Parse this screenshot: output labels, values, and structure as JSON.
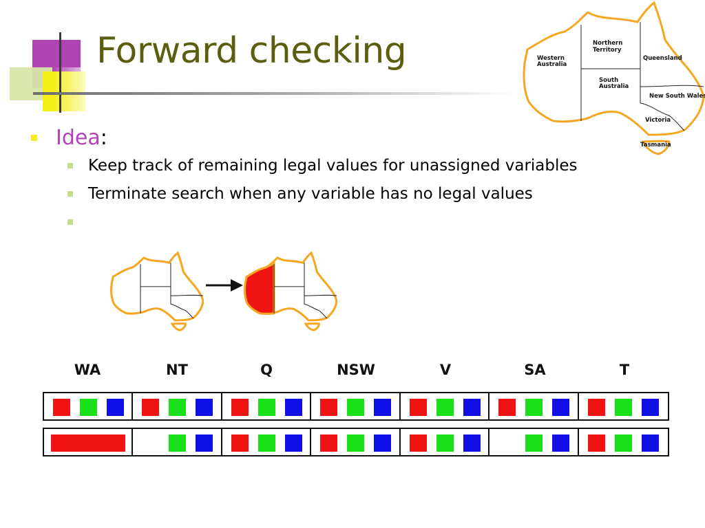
{
  "slide": {
    "title": "Forward checking",
    "bullet": {
      "keyword": "Idea",
      "colon": ":"
    },
    "sub_bullets": [
      "Keep track of remaining legal values for unassigned variables",
      "Terminate search when any variable has no legal values",
      ""
    ]
  },
  "map_labels": {
    "wa": [
      "Western",
      "Australia"
    ],
    "nt": [
      "Northern",
      "Territory"
    ],
    "q": "Queensland",
    "sa": [
      "South",
      "Australia"
    ],
    "nsw": "New South Wales",
    "v": "Victoria",
    "t": "Tasmania"
  },
  "colors": {
    "title": "#5a5e0e",
    "keyword": "#b044b4",
    "red": "#ef1313",
    "green": "#19e019",
    "blue": "#1010e6",
    "map_outline": "#f5a623"
  },
  "domains": {
    "variables": [
      "WA",
      "NT",
      "Q",
      "NSW",
      "V",
      "SA",
      "T"
    ],
    "rows": [
      {
        "WA": [
          "red",
          "green",
          "blue"
        ],
        "NT": [
          "red",
          "green",
          "blue"
        ],
        "Q": [
          "red",
          "green",
          "blue"
        ],
        "NSW": [
          "red",
          "green",
          "blue"
        ],
        "V": [
          "red",
          "green",
          "blue"
        ],
        "SA": [
          "red",
          "green",
          "blue"
        ],
        "T": [
          "red",
          "green",
          "blue"
        ]
      },
      {
        "WA": [
          "red-assigned"
        ],
        "NT": [
          "green",
          "blue"
        ],
        "Q": [
          "red",
          "green",
          "blue"
        ],
        "NSW": [
          "red",
          "green",
          "blue"
        ],
        "V": [
          "red",
          "green",
          "blue"
        ],
        "SA": [
          "green",
          "blue"
        ],
        "T": [
          "red",
          "green",
          "blue"
        ]
      }
    ]
  }
}
